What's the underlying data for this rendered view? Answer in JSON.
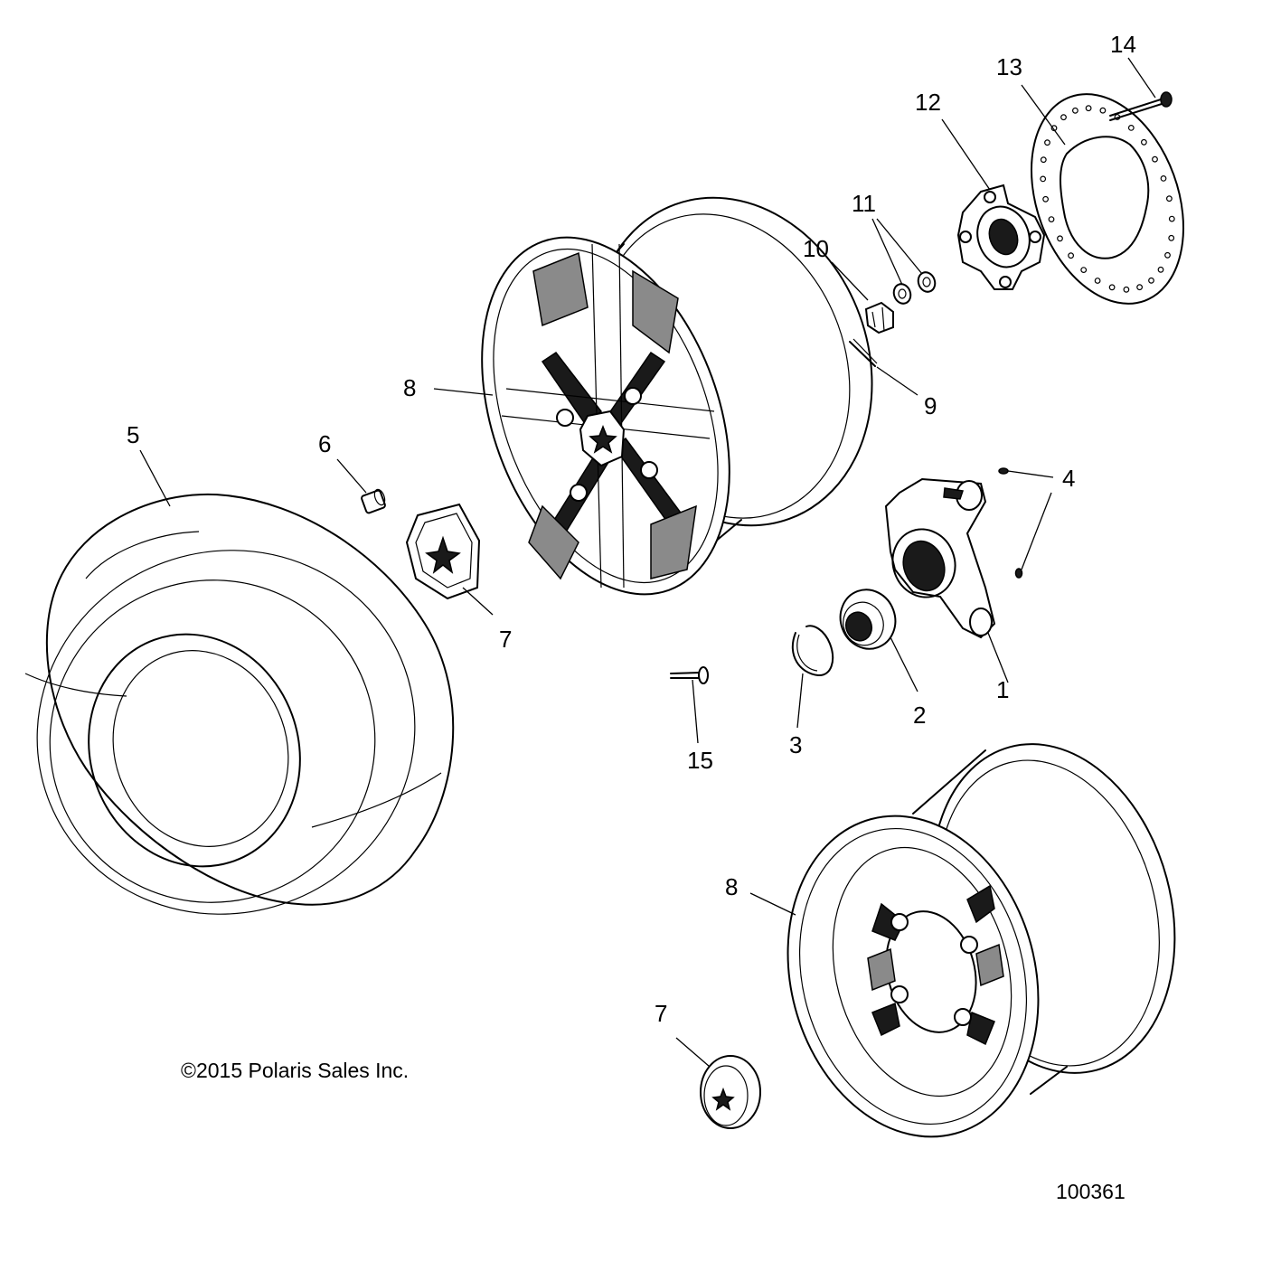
{
  "copyright": "©2015 Polaris Sales Inc.",
  "figure_number": "100361",
  "callouts": [
    {
      "id": "c1",
      "text": "1"
    },
    {
      "id": "c2",
      "text": "2"
    },
    {
      "id": "c3",
      "text": "3"
    },
    {
      "id": "c4",
      "text": "4"
    },
    {
      "id": "c5",
      "text": "5"
    },
    {
      "id": "c6",
      "text": "6"
    },
    {
      "id": "c7a",
      "text": "7"
    },
    {
      "id": "c7b",
      "text": "7"
    },
    {
      "id": "c8a",
      "text": "8"
    },
    {
      "id": "c8b",
      "text": "8"
    },
    {
      "id": "c9",
      "text": "9"
    },
    {
      "id": "c10",
      "text": "10"
    },
    {
      "id": "c11",
      "text": "11"
    },
    {
      "id": "c12",
      "text": "12"
    },
    {
      "id": "c13",
      "text": "13"
    },
    {
      "id": "c14",
      "text": "14"
    },
    {
      "id": "c15",
      "text": "15"
    }
  ]
}
